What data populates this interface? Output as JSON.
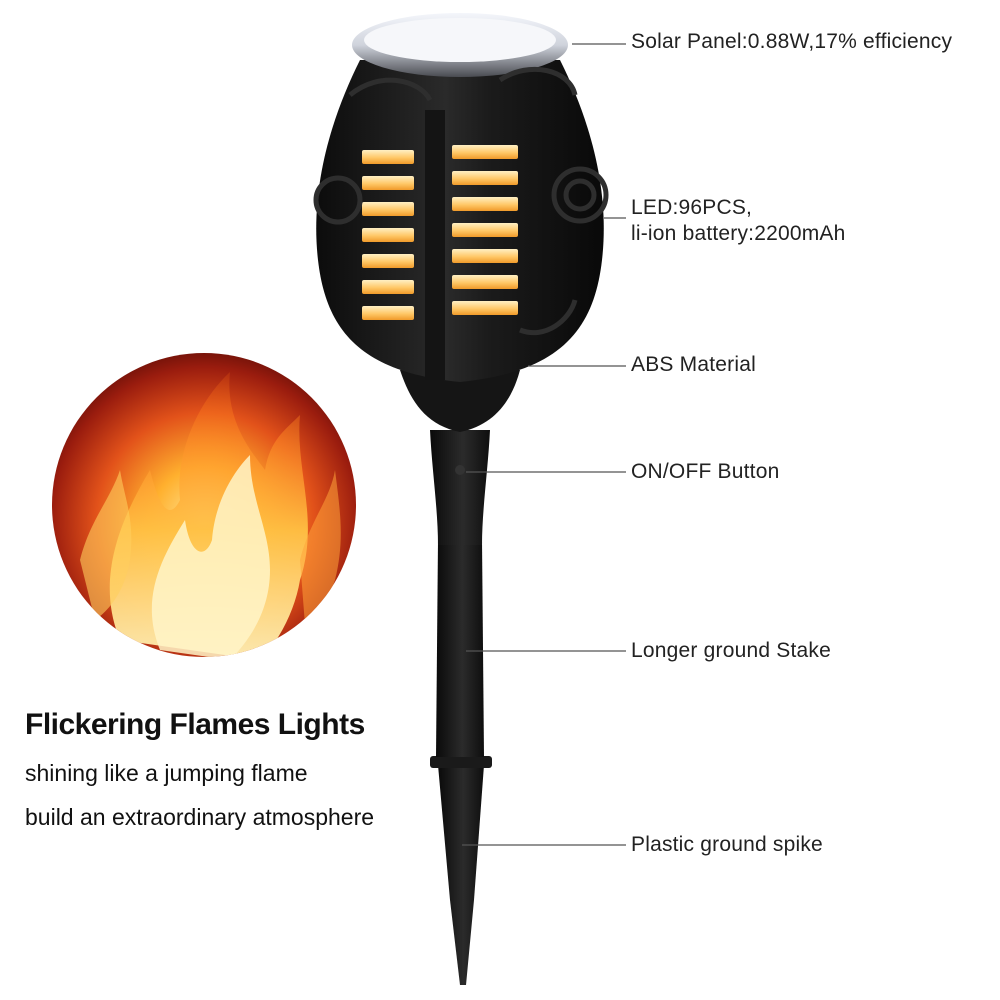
{
  "callouts": {
    "solar_panel": "Solar Panel:0.88W,17% efficiency",
    "led_line1": "LED:96PCS,",
    "led_line2": "li-ion battery:2200mAh",
    "abs_material": "ABS Material",
    "on_off_button": "ON/OFF Button",
    "ground_stake": "Longer ground Stake",
    "ground_spike": "Plastic ground spike"
  },
  "promo": {
    "title": "Flickering Flames Lights",
    "line1": "shining like a jumping flame",
    "line2": "build an extraordinary atmosphere"
  },
  "colors": {
    "product_body": "#141414",
    "flame_glow": "#ffb347",
    "callout_line": "#555555",
    "text": "#1c1c1c"
  },
  "icons": {
    "torch": "solar-torch-icon",
    "flame": "flame-icon"
  }
}
